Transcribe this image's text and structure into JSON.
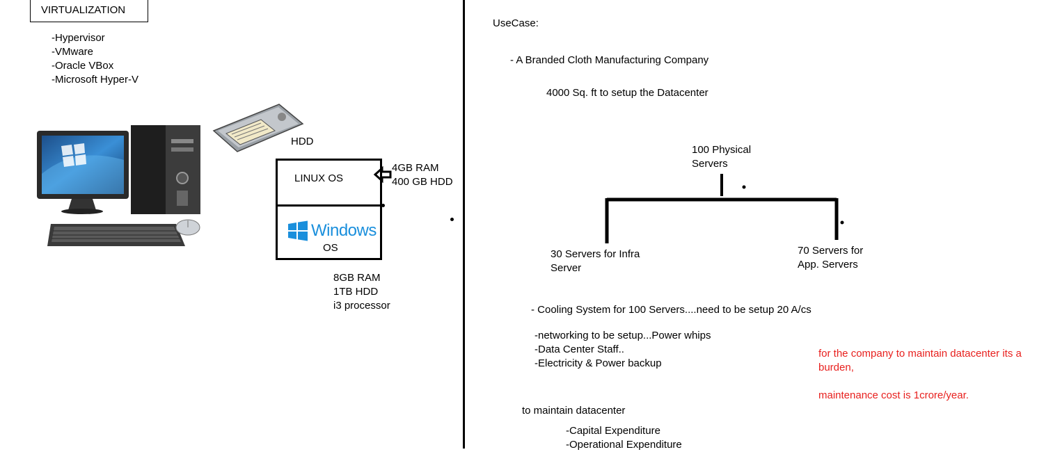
{
  "left": {
    "title": "VIRTUALIZATION",
    "list": [
      "-Hypervisor",
      "-VMware",
      "-Oracle VBox",
      "-Microsoft Hyper-V"
    ],
    "hdd_label": "HDD",
    "linux_label": "LINUX OS",
    "linux_specs": [
      "4GB RAM",
      "400 GB HDD"
    ],
    "windows_logo_text": "Windows",
    "windows_label": "OS",
    "host_specs": [
      "8GB RAM",
      "1TB HDD",
      "i3 processor"
    ]
  },
  "right": {
    "usecase_title": "UseCase:",
    "company": "- A Branded Cloth Manufacturing Company",
    "area": "4000 Sq. ft  to setup the Datacenter",
    "tree": {
      "root": [
        "100 Physical",
        "Servers"
      ],
      "left_child": [
        "30 Servers for Infra",
        "Server"
      ],
      "right_child": [
        "70 Servers for",
        "App. Servers"
      ]
    },
    "cooling": "- Cooling System for 100 Servers....need to be setup 20 A/cs",
    "needs": [
      "-networking to be setup...Power whips",
      "-Data Center Staff..",
      "-Electricity & Power backup"
    ],
    "burden": [
      "for the company to maintain datacenter its a",
      "burden,"
    ],
    "cost": "maintenance cost is 1crore/year.",
    "maintain_title": "to maintain datacenter",
    "expenditures": [
      "-Capital Expenditure",
      "-Operational Expenditure"
    ]
  }
}
